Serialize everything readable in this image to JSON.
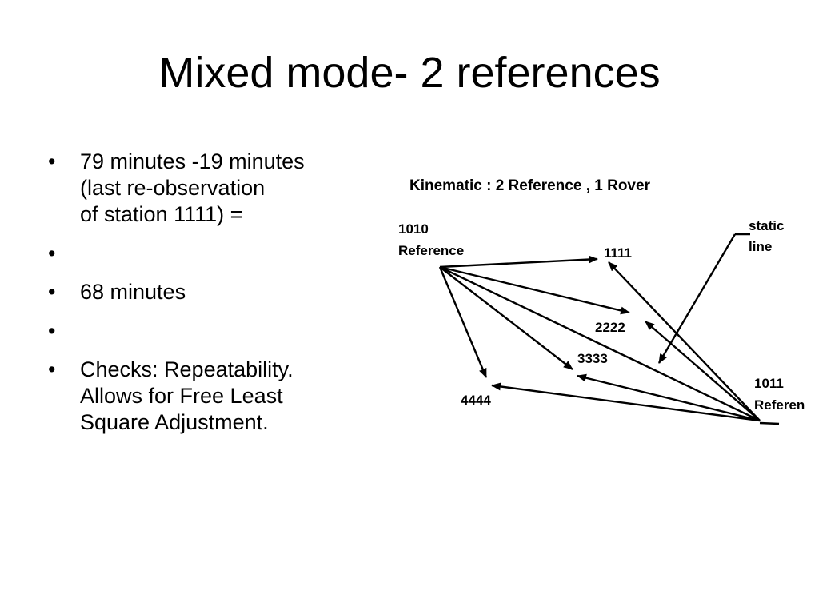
{
  "slide": {
    "title": "Mixed mode- 2 references"
  },
  "bullets": [
    {
      "lines": [
        "79 minutes -19 minutes",
        "(last re-observation",
        "of station 1111) ="
      ]
    },
    {
      "lines": []
    },
    {
      "lines": [
        "68 minutes"
      ]
    },
    {
      "lines": []
    },
    {
      "lines": [
        "Checks: Repeatability.",
        "Allows for Free Least",
        "Square Adjustment."
      ]
    }
  ],
  "bullet_glyph": "•",
  "diagram": {
    "title": "Kinematic : 2  Reference , 1  Rover",
    "ref1": {
      "number": "1010",
      "label": "Reference"
    },
    "ref2": {
      "number": "1011",
      "label": "Referen"
    },
    "stations": {
      "s1111": "1111",
      "s2222": "2222",
      "s3333": "3333",
      "s4444": "4444"
    },
    "static_line_label": [
      "static",
      "line"
    ]
  }
}
